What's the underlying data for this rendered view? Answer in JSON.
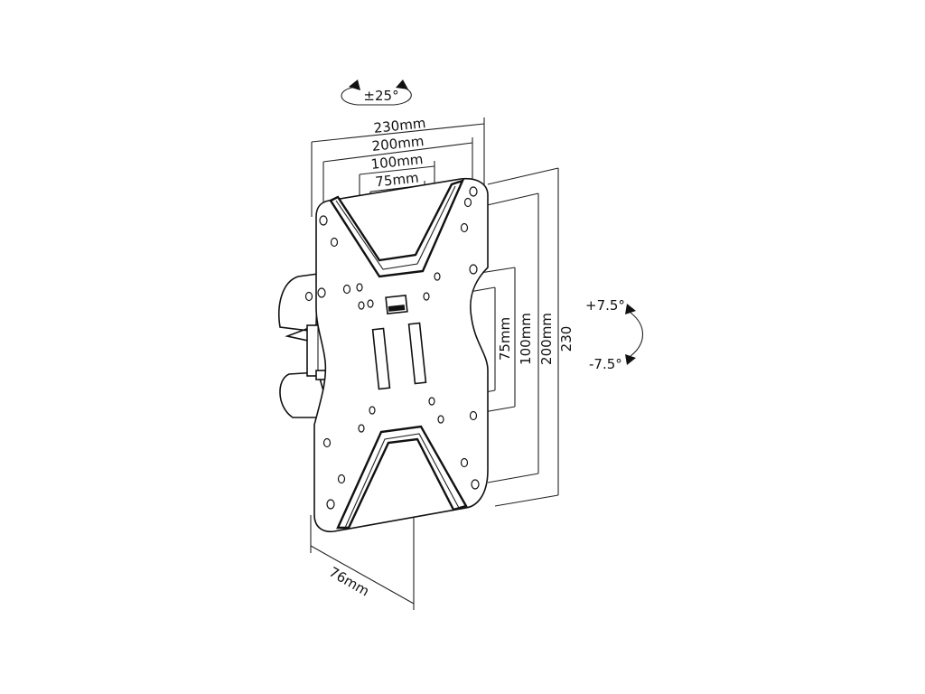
{
  "labels": {
    "rotation": "±25°",
    "width_230": "230mm",
    "width_200": "200mm",
    "width_100": "100mm",
    "width_75": "75mm",
    "height_75": "75mm",
    "height_100": "100mm",
    "height_200": "200mm",
    "height_230": "230",
    "tilt_plus": "+7.5°",
    "tilt_minus": "-7.5°",
    "depth": "76mm"
  },
  "colors": {
    "line": "#111111",
    "background": "#ffffff"
  }
}
